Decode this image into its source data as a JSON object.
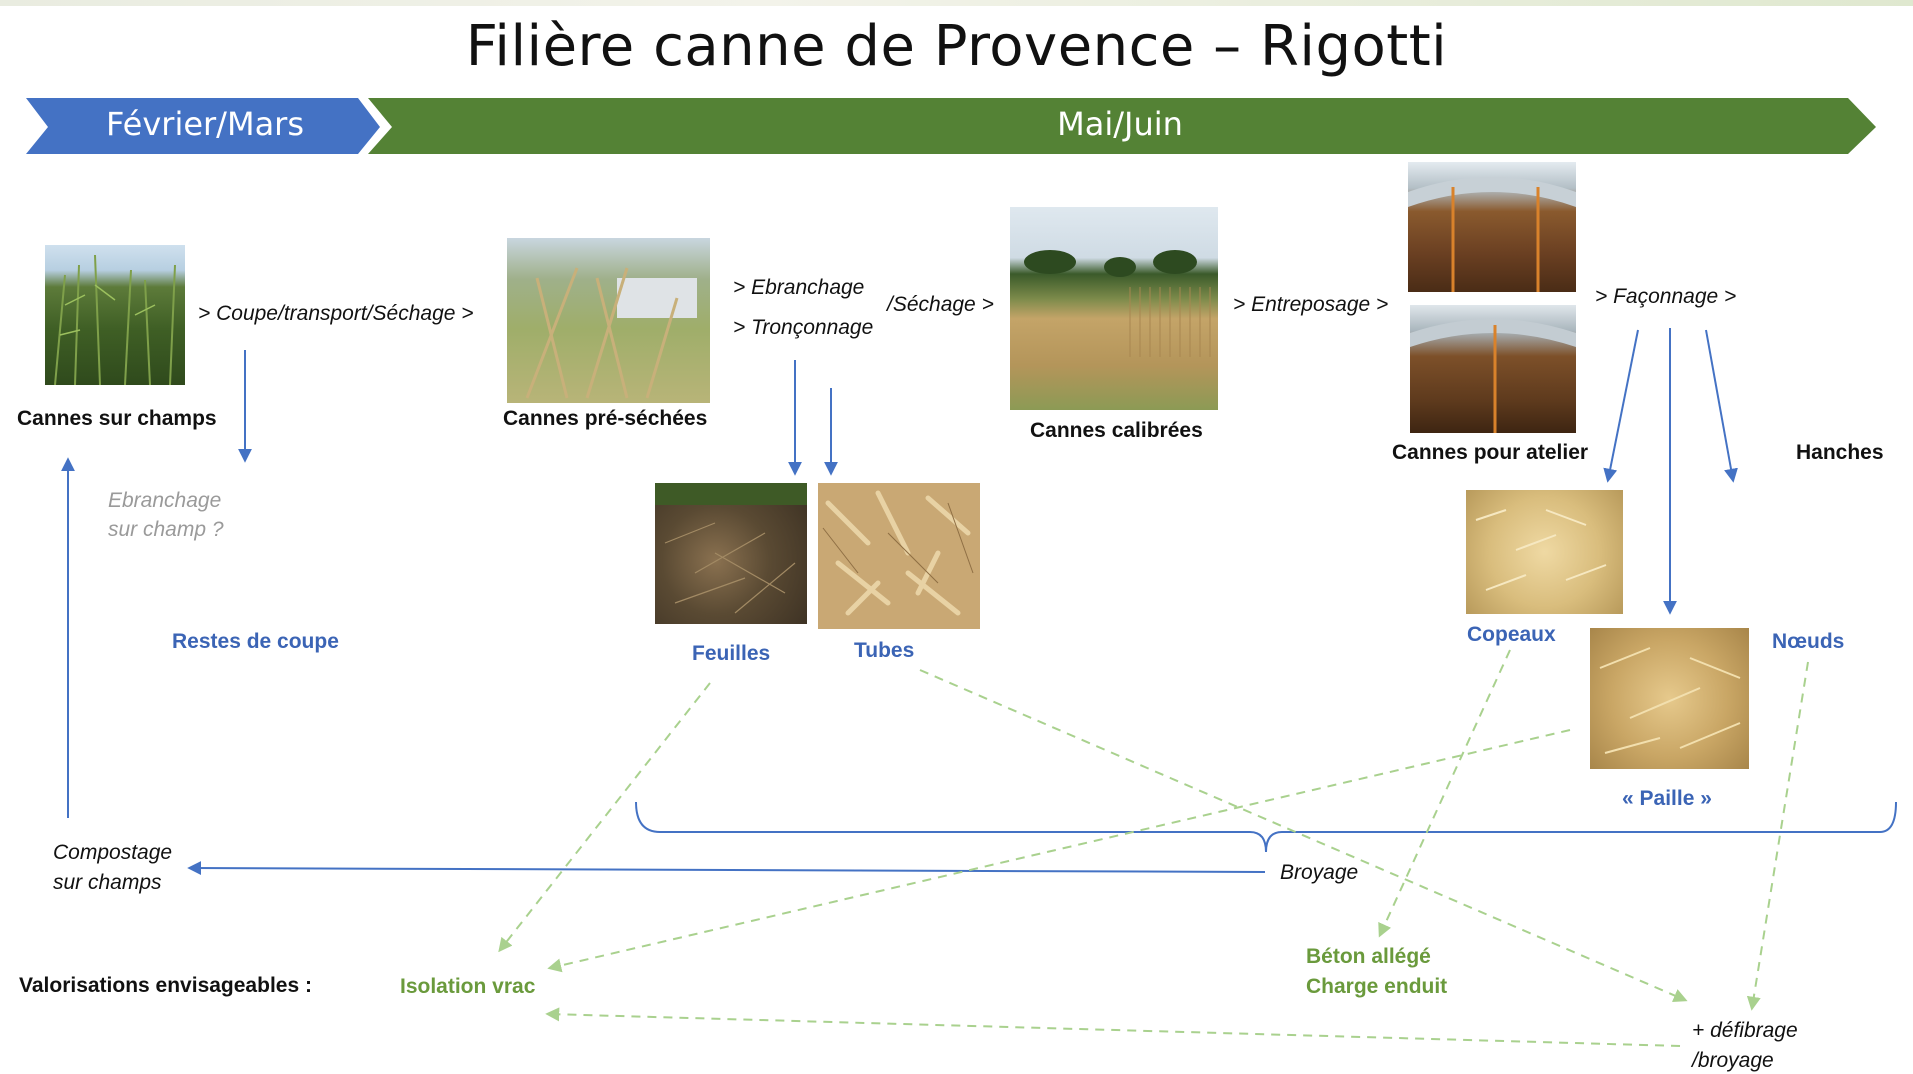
{
  "title": "Filière canne de Provence – Rigotti",
  "timeline": {
    "phase1": "Février/Mars",
    "phase2": "Mai/Juin",
    "phase1_color": "#4472c4",
    "phase2_color": "#548235"
  },
  "stages": {
    "cannes_sur_champs": "Cannes sur champs",
    "cannes_pre_sechees": "Cannes pré-séchées",
    "cannes_calibrees": "Cannes calibrées",
    "cannes_pour_atelier": "Cannes pour atelier",
    "hanches": "Hanches"
  },
  "steps": {
    "coupe": "> Coupe/transport/Séchage >",
    "ebranchage": "> Ebranchage",
    "tronconnage": "> Tronçonnage",
    "sechage": "/Séchage >",
    "entreposage": "> Entreposage >",
    "faconnage": "> Façonnage >",
    "ebranchage_champ_1": "Ebranchage",
    "ebranchage_champ_2": "sur champ ?"
  },
  "byproducts": {
    "restes": "Restes de coupe",
    "feuilles": "Feuilles",
    "tubes": "Tubes",
    "copeaux": "Copeaux",
    "noeuds": "Nœuds",
    "paille": "« Paille »"
  },
  "processing": {
    "compostage_1": "Compostage",
    "compostage_2": "sur champs",
    "broyage": "Broyage",
    "defibrage_1": "+ défibrage",
    "defibrage_2": "/broyage"
  },
  "valorisations": {
    "label": "Valorisations envisageables :",
    "isolation": "Isolation vrac",
    "beton": "Béton allégé",
    "charge": "Charge enduit"
  },
  "colors": {
    "blue_arrow": "#4472c4",
    "green_dashed": "#a9d18e",
    "byproduct_text": "#3b64b5",
    "valorisation_text": "#6a9a3c"
  }
}
